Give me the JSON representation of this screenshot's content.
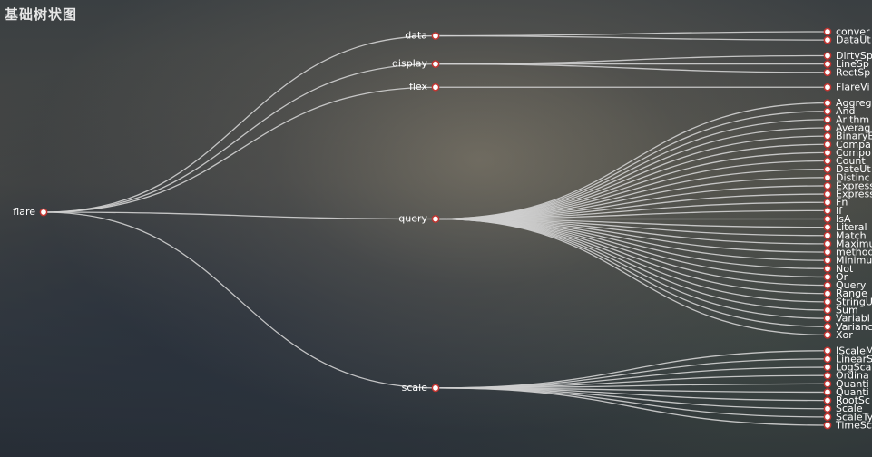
{
  "title": "基础树状图",
  "tree": {
    "name": "flare",
    "children": [
      {
        "name": "data",
        "children": [
          {
            "name": "conver"
          },
          {
            "name": "DataUt"
          }
        ]
      },
      {
        "name": "display",
        "children": [
          {
            "name": "DirtySp"
          },
          {
            "name": "LineSp"
          },
          {
            "name": "RectSp"
          }
        ]
      },
      {
        "name": "flex",
        "children": [
          {
            "name": "FlareVi"
          }
        ]
      },
      {
        "name": "query",
        "children": [
          {
            "name": "Aggreg"
          },
          {
            "name": "And"
          },
          {
            "name": "Arithm"
          },
          {
            "name": "Averag"
          },
          {
            "name": "BinaryE"
          },
          {
            "name": "Compa"
          },
          {
            "name": "Compo"
          },
          {
            "name": "Count"
          },
          {
            "name": "DateUt"
          },
          {
            "name": "Distinc"
          },
          {
            "name": "Express"
          },
          {
            "name": "Express"
          },
          {
            "name": "Fn"
          },
          {
            "name": "If"
          },
          {
            "name": "IsA"
          },
          {
            "name": "Literal"
          },
          {
            "name": "Match"
          },
          {
            "name": "Maximu"
          },
          {
            "name": "method"
          },
          {
            "name": "Minimu"
          },
          {
            "name": "Not"
          },
          {
            "name": "Or"
          },
          {
            "name": "Query"
          },
          {
            "name": "Range"
          },
          {
            "name": "StringU"
          },
          {
            "name": "Sum"
          },
          {
            "name": "Variabl"
          },
          {
            "name": "Varianc"
          },
          {
            "name": "Xor"
          }
        ]
      },
      {
        "name": "scale",
        "children": [
          {
            "name": "IScaleM"
          },
          {
            "name": "LinearS"
          },
          {
            "name": "LogSca"
          },
          {
            "name": "Ordina"
          },
          {
            "name": "Quanti"
          },
          {
            "name": "Quanti"
          },
          {
            "name": "RootSc"
          },
          {
            "name": "Scale"
          },
          {
            "name": "ScaleTy"
          },
          {
            "name": "TimeSc"
          }
        ]
      }
    ]
  },
  "colors": {
    "link": "#cfcfcf",
    "node_fill": "#ffffff",
    "node_border": "#c23531",
    "label": "#ffffff"
  }
}
